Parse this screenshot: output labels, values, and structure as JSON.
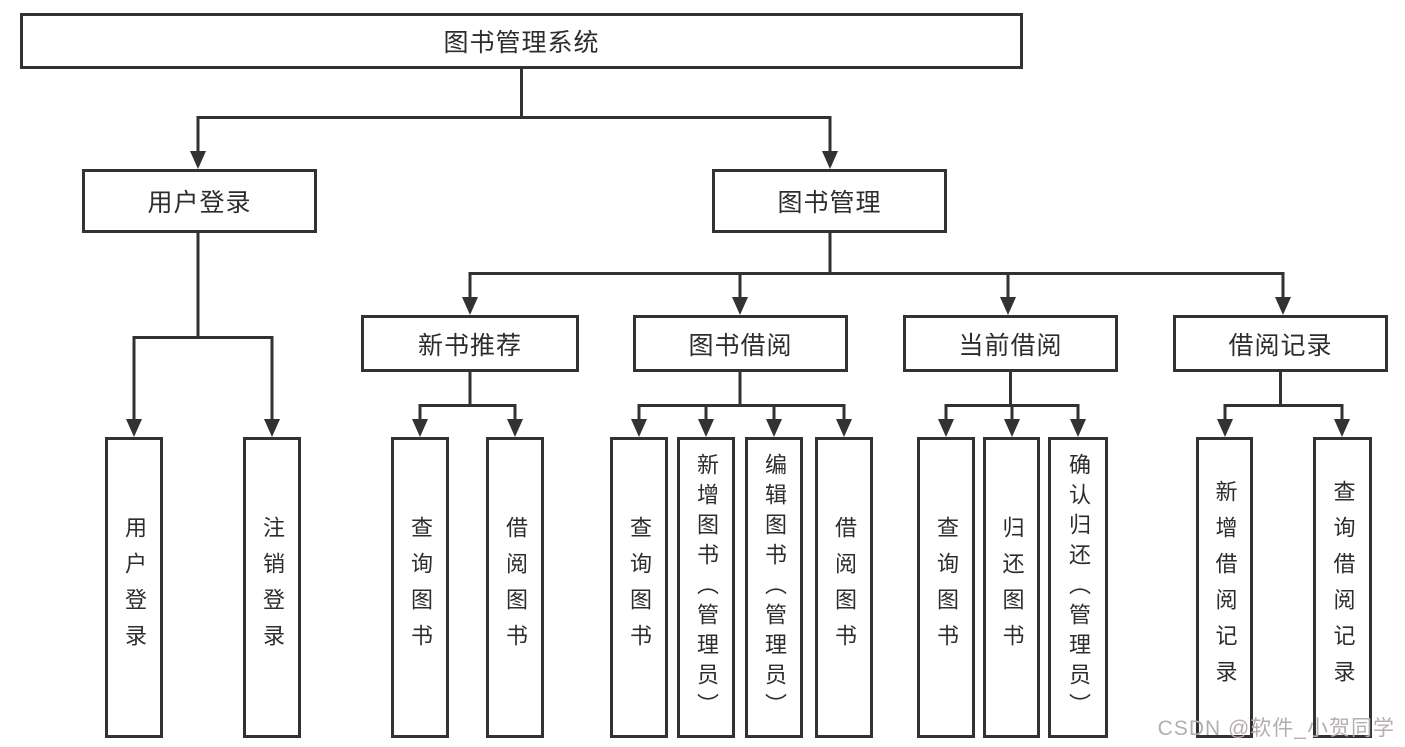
{
  "diagram": {
    "root": {
      "label": "图书管理系统"
    },
    "branches": [
      {
        "label": "用户登录",
        "children": [
          "用户登录",
          "注销登录"
        ]
      },
      {
        "label": "图书管理",
        "children": [
          {
            "label": "新书推荐",
            "children": [
              "查询图书",
              "借阅图书"
            ]
          },
          {
            "label": "图书借阅",
            "children": [
              "查询图书",
              "新增图书（管理员）",
              "编辑图书（管理员）",
              "借阅图书"
            ]
          },
          {
            "label": "当前借阅",
            "children": [
              "查询图书",
              "归还图书",
              "确认归还（管理员）"
            ]
          },
          {
            "label": "借阅记录",
            "children": [
              "新增借阅记录",
              "查询借阅记录"
            ]
          }
        ]
      }
    ]
  },
  "watermark": {
    "text": "CSDN @软件_小贺同学"
  },
  "colors": {
    "line": "#323232",
    "box_border": "#323232",
    "box_fill": "#ffffff",
    "text": "#2d2d2d",
    "watermark": "#b4aeae",
    "background": "#ffffff"
  }
}
